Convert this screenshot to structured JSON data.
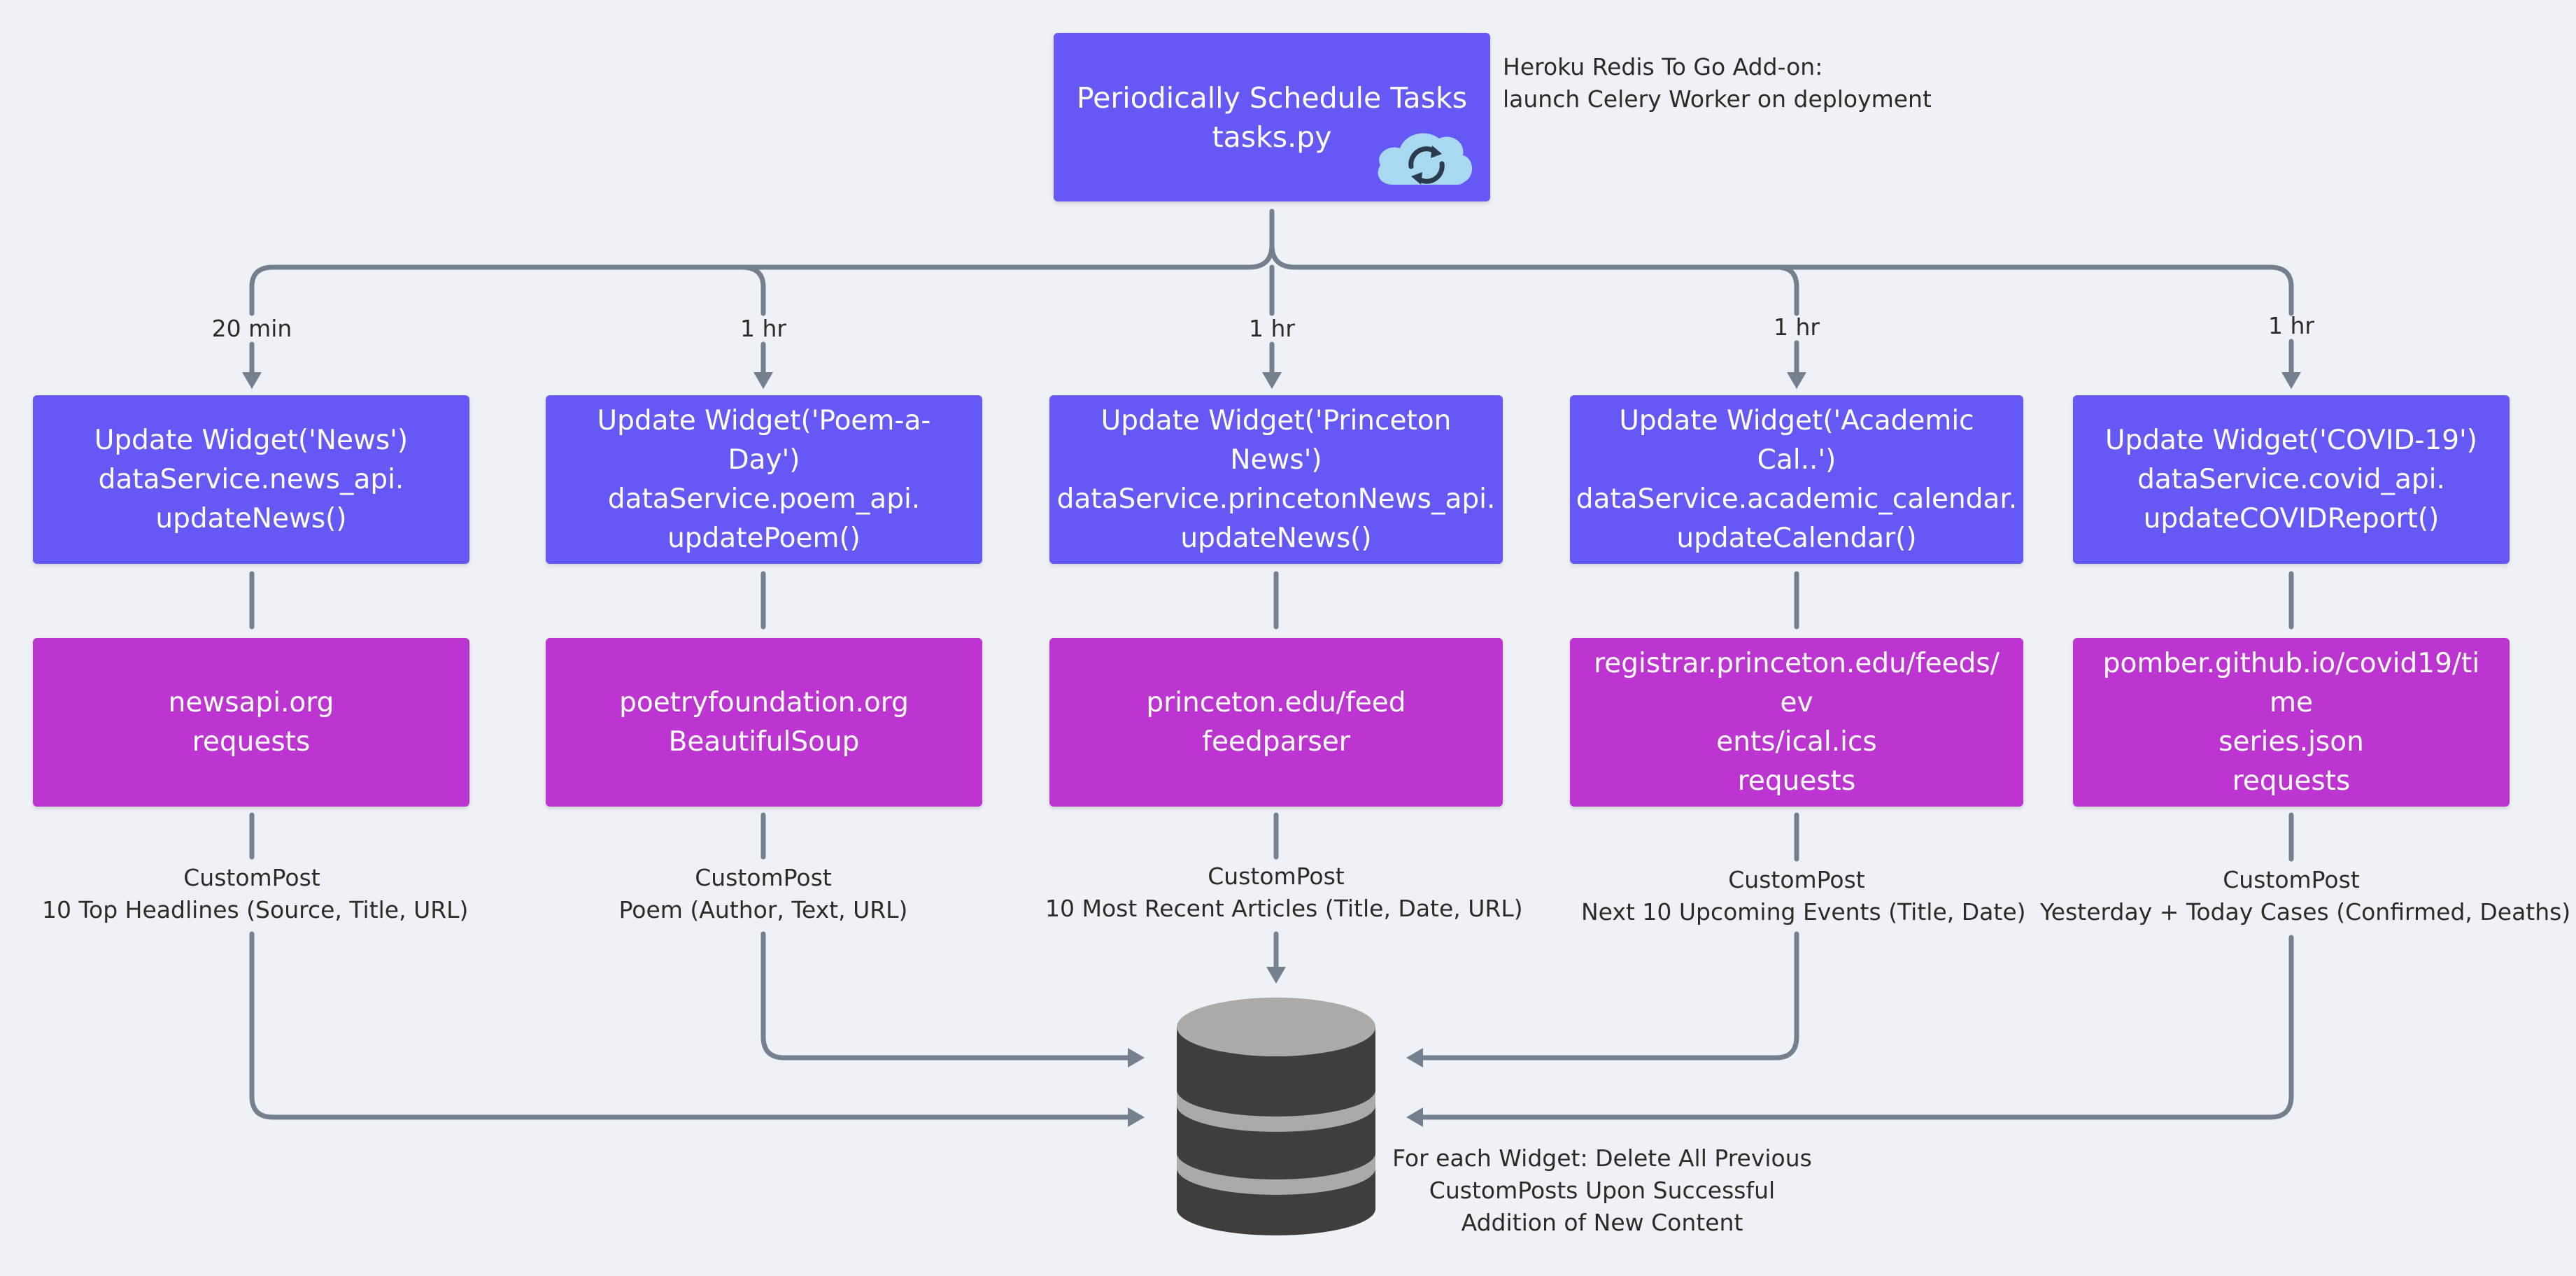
{
  "colors": {
    "scheduler_box": "#6658f4",
    "widget_box": "#6658f4",
    "source_box": "#bd35d0",
    "connector": "#75808f",
    "database": "#3e3e3e",
    "database_top": "#aaaaaa",
    "cloud": "#a8d8f2",
    "background": "#eef2f6"
  },
  "scheduler": {
    "title": "Periodically Schedule Tasks",
    "file": "tasks.py",
    "icon": "cloud-sync-icon",
    "note_line1": "Heroku Redis To Go Add-on:",
    "note_line2": "launch Celery Worker on deployment"
  },
  "widgets": [
    {
      "interval": "20 min",
      "title": "Update Widget('News')",
      "line2": "dataService.news_api.",
      "line3": "updateNews()",
      "source_lines": [
        "newsapi.org",
        "requests"
      ],
      "post_line1": "CustomPost",
      "post_line2": "10 Top Headlines (Source, Title, URL)"
    },
    {
      "interval": "1 hr",
      "title": "Update Widget('Poem-a-Day')",
      "line2": "dataService.poem_api.",
      "line3": "updatePoem()",
      "source_lines": [
        "poetryfoundation.org",
        "BeautifulSoup"
      ],
      "post_line1": "CustomPost",
      "post_line2": "Poem (Author, Text, URL)"
    },
    {
      "interval": "1 hr",
      "title": "Update Widget('Princeton News')",
      "line2": "dataService.princetonNews_api.",
      "line3": "updateNews()",
      "source_lines": [
        "princeton.edu/feed",
        "feedparser"
      ],
      "post_line1": "CustomPost",
      "post_line2": "10 Most Recent Articles (Title, Date, URL)"
    },
    {
      "interval": "1 hr",
      "title": "Update Widget('Academic Cal..')",
      "line2": "dataService.academic_calendar.",
      "line3": "updateCalendar()",
      "source_lines": [
        "registrar.princeton.edu/feeds/ev",
        "ents/ical.ics",
        "requests"
      ],
      "post_line1": "CustomPost",
      "post_line2": "Next 10 Upcoming Events (Title, Date)"
    },
    {
      "interval": "1 hr",
      "title": "Update Widget('COVID-19')",
      "line2": "dataService.covid_api.",
      "line3": "updateCOVIDReport()",
      "source_lines": [
        "pomber.github.io/covid19/time",
        "series.json",
        "requests"
      ],
      "post_line1": "CustomPost",
      "post_line2": "Yesterday + Today Cases (Confirmed, Deaths)"
    }
  ],
  "database": {
    "icon": "database-icon",
    "note_line1": "For each Widget: Delete All Previous",
    "note_line2": "CustomPosts Upon Successful",
    "note_line3": "Addition of New Content"
  }
}
